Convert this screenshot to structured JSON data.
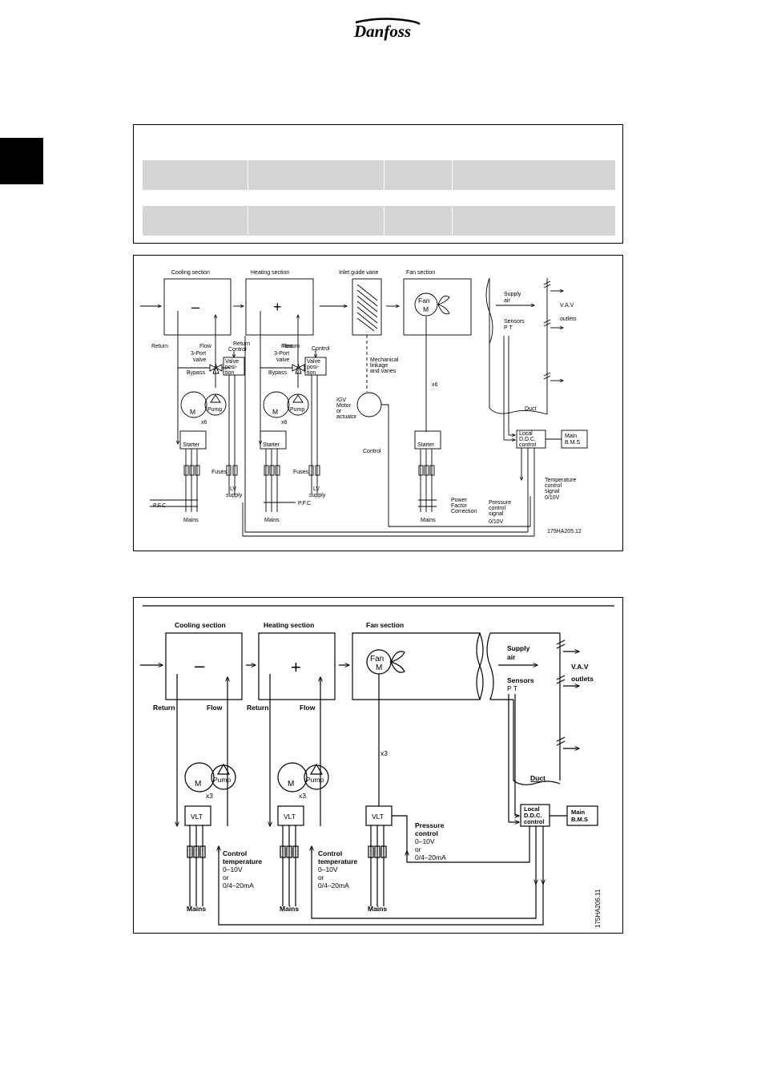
{
  "brand": {
    "logo_text": "Danfoss",
    "logo_icon": "danfoss-logo"
  },
  "diagram1": {
    "sections": {
      "cooling": "Cooling section",
      "heating": "Heating section",
      "inlet": "Inlet guide vane",
      "fan": "Fan section"
    },
    "minus": "–",
    "plus": "+",
    "fan": "Fan",
    "motor": "M",
    "pump": "Pump",
    "starter": "Starter",
    "x6": "x6",
    "return": "Return",
    "flow": "Flow",
    "valve3": [
      "3-Port",
      "valve"
    ],
    "bypass": "Bypass",
    "return_control": [
      "Return",
      "Control"
    ],
    "control": "Control",
    "valve_position": [
      "Valve",
      "posi-",
      "tion"
    ],
    "mech": [
      "Mechanical",
      "linkage",
      "and vanes"
    ],
    "igv": [
      "IGV",
      "Motor",
      "or",
      "actuator"
    ],
    "supply_air": [
      "Supply",
      "air"
    ],
    "sensors": "Sensors",
    "pt": "P T",
    "vav": [
      "V.A.V",
      "outlets"
    ],
    "duct": "Duct",
    "local": [
      "Local",
      "D.D.C.",
      "control"
    ],
    "bms": [
      "Main",
      "B.M.S"
    ],
    "fuses": "Fuses",
    "lv_supply": [
      "LV",
      "supply"
    ],
    "pfc": "P.F.C",
    "mains": "Mains",
    "pfc_text": [
      "Power",
      "Factor",
      "Correction"
    ],
    "pressure": [
      "Pressure",
      "control",
      "signal",
      "0/10V"
    ],
    "temperature": [
      "Temperature",
      "control",
      "signal",
      "0/10V"
    ],
    "ref": "175HA205.12"
  },
  "diagram2": {
    "sections": {
      "cooling": "Cooling section",
      "heating": "Heating section",
      "fan": "Fan section"
    },
    "minus": "–",
    "plus": "+",
    "fan": "Fan",
    "motor": "M",
    "pump": "Pump",
    "vlt": "VLT",
    "x3": "x3",
    "return": "Return",
    "flow": "Flow",
    "supply_air": [
      "Supply",
      "air"
    ],
    "sensors": "Sensors",
    "pt": "P T",
    "vav": [
      "V.A.V",
      "outlets"
    ],
    "duct": "Duct",
    "local": [
      "Local",
      "D.D.C.",
      "control"
    ],
    "bms": [
      "Main",
      "B.M.S"
    ],
    "pressure": [
      "Pressure",
      "control",
      "0–10V",
      "or",
      "0/4–20mA"
    ],
    "temperature": [
      "Control",
      "temperature",
      "0–10V",
      "or",
      "0/4–20mA"
    ],
    "mains": "Mains",
    "ref": "175HA206.11"
  }
}
